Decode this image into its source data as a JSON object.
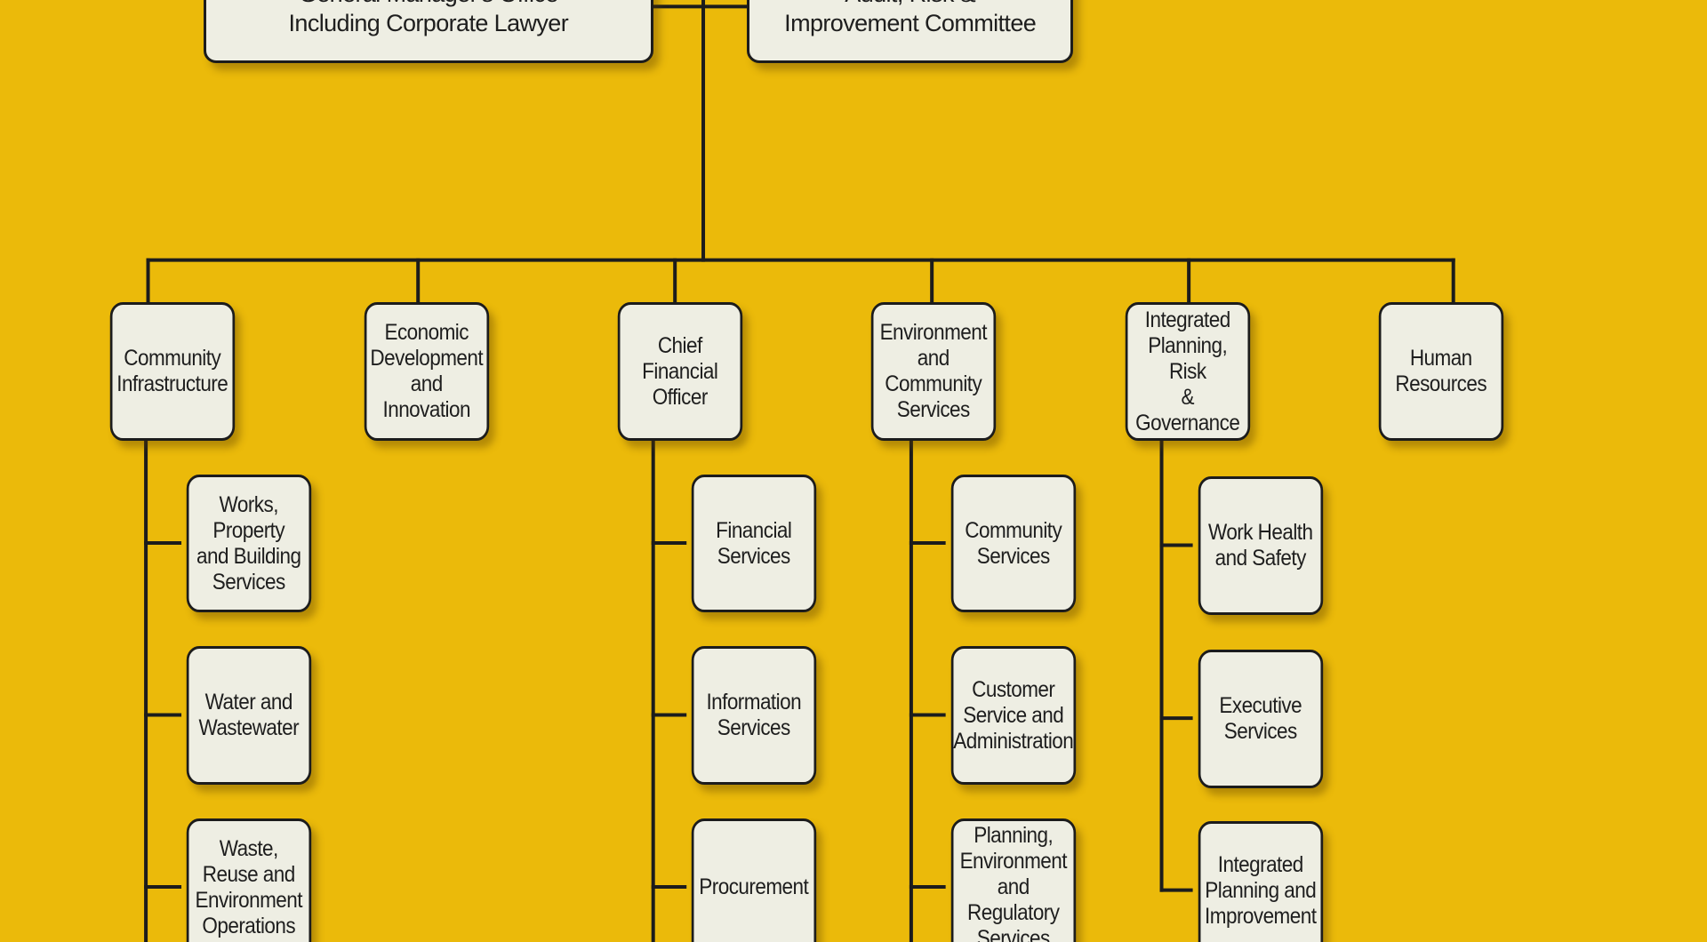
{
  "colors": {
    "background": "#EBBA0A",
    "box_fill": "#EEEEE3",
    "line": "#1C1C1C"
  },
  "top_boxes": [
    {
      "id": "gm-office",
      "label": "General Manager's Office\nIncluding Corporate Lawyer"
    },
    {
      "id": "audit",
      "label": "Audit, Risk &\nImprovement Committee"
    }
  ],
  "departments": [
    {
      "id": "community-infrastructure",
      "label": "Community\nInfrastructure",
      "children": [
        "Works,\nProperty\nand Building\nServices",
        "Water and\nWastewater",
        "Waste,\nReuse and\nEnvironment\nOperations"
      ]
    },
    {
      "id": "economic-development",
      "label": "Economic\nDevelopment\nand\nInnovation",
      "children": []
    },
    {
      "id": "chief-financial-officer",
      "label": "Chief\nFinancial\nOfficer",
      "children": [
        "Financial\nServices",
        "Information\nServices",
        "Procurement"
      ]
    },
    {
      "id": "environment-community",
      "label": "Environment\nand\nCommunity\nServices",
      "children": [
        "Community\nServices",
        "Customer\nService and\nAdministration",
        "Planning,\nEnvironment\nand Regulatory\nServices"
      ]
    },
    {
      "id": "integrated-planning",
      "label": "Integrated\nPlanning, Risk\n& Governance",
      "children": [
        "Work Health\nand Safety",
        "Executive\nServices",
        "Integrated\nPlanning and\nImprovement"
      ]
    },
    {
      "id": "human-resources",
      "label": "Human\nResources",
      "children": []
    }
  ]
}
